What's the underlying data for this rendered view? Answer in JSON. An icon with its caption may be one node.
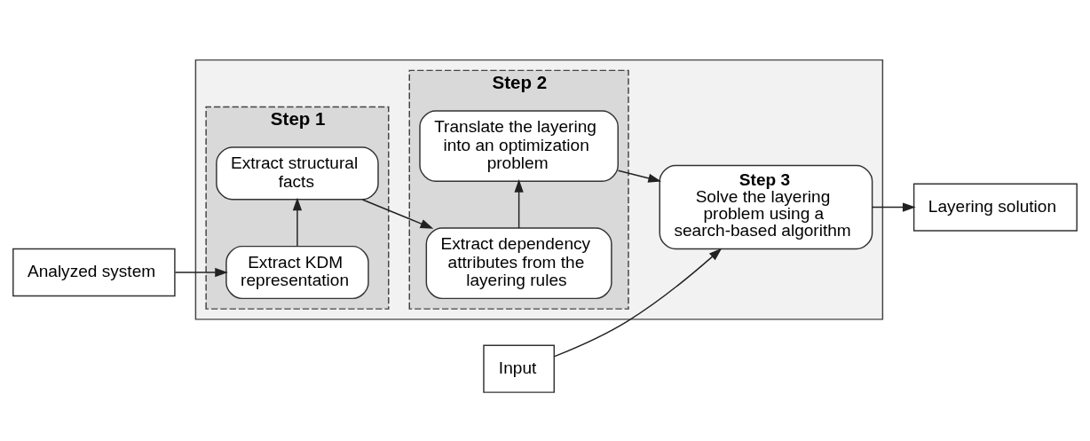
{
  "diagram": {
    "nodes": [
      {
        "text": [
          "Analyzed system"
        ]
      },
      {
        "text": [],
        "shape": "box"
      },
      {
        "text": [
          "Step 1"
        ],
        "in": 1
      },
      {
        "text": [
          "Extract KDM representation"
        ],
        "in": 2
      },
      {
        "text": [
          "Extract structural facts"
        ],
        "in": 2
      },
      {
        "text": [
          "Step 2"
        ],
        "in": 1
      },
      {
        "text": [
          "Extract dependency attributes from the layering rules"
        ],
        "in": 5
      },
      {
        "text": [
          "Translate the layering into an optimization problem"
        ],
        "in": 5
      },
      {
        "text": [
          "Input"
        ]
      },
      {
        "text": [
          "Step 3",
          "Solve the layering problem using a search-based algorithm"
        ],
        "in": 1
      },
      {
        "text": [
          "Layering solution"
        ]
      }
    ],
    "edges": [
      {
        "from": 0,
        "to": 3,
        "arrow": "to"
      },
      {
        "from": 3,
        "to": 4,
        "arrow": "to"
      },
      {
        "from": 4,
        "to": 6,
        "arrow": "to"
      },
      {
        "from": 6,
        "to": 7,
        "arrow": "to"
      },
      {
        "from": 7,
        "to": 9,
        "arrow": "to"
      },
      {
        "from": 8,
        "to": 9,
        "arrow": "to"
      },
      {
        "from": 9,
        "to": 10,
        "arrow": "to"
      }
    ]
  }
}
